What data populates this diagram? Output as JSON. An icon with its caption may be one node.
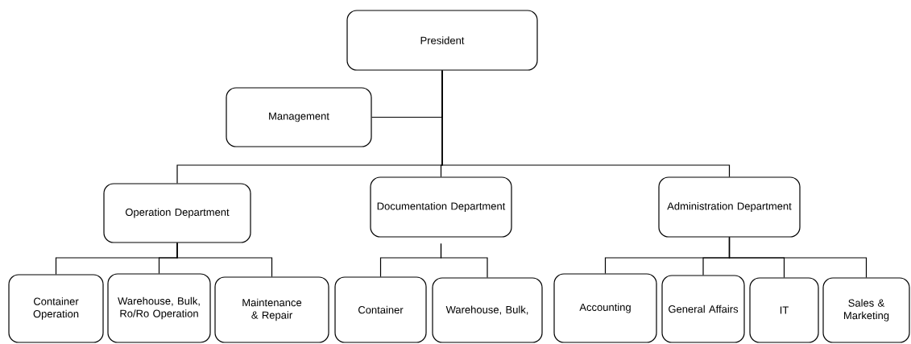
{
  "diagram": {
    "nodes": [
      {
        "text": [
          "President"
        ]
      },
      {
        "text": [
          "Management"
        ]
      },
      {
        "text": [
          "Operation Department"
        ]
      },
      {
        "text": [
          "Documentation Department"
        ]
      },
      {
        "text": [
          "Administration Department"
        ]
      },
      {
        "text": [
          "Container Operation"
        ]
      },
      {
        "text": [
          "Warehouse, Bulk, Ro/Ro Operation"
        ]
      },
      {
        "text": [
          "Maintenance & Repair"
        ]
      },
      {
        "text": [
          "Container"
        ]
      },
      {
        "text": [
          "Warehouse, Bulk,"
        ]
      },
      {
        "text": [
          "Accounting"
        ]
      },
      {
        "text": [
          "General Affairs"
        ]
      },
      {
        "text": [
          "IT"
        ]
      },
      {
        "text": [
          "Sales & Marketing"
        ]
      }
    ],
    "edges": [
      {
        "from": 0,
        "to": 1,
        "arrow": "none"
      },
      {
        "from": 0,
        "to": 2,
        "arrow": "none"
      },
      {
        "from": 0,
        "to": 3,
        "arrow": "none"
      },
      {
        "from": 0,
        "to": 4,
        "arrow": "none"
      },
      {
        "from": 2,
        "to": 5,
        "arrow": "none"
      },
      {
        "from": 2,
        "to": 6,
        "arrow": "none"
      },
      {
        "from": 2,
        "to": 7,
        "arrow": "none"
      },
      {
        "from": 3,
        "to": 8,
        "arrow": "none"
      },
      {
        "from": 3,
        "to": 9,
        "arrow": "none"
      },
      {
        "from": 4,
        "to": 10,
        "arrow": "none"
      },
      {
        "from": 4,
        "to": 11,
        "arrow": "none"
      },
      {
        "from": 4,
        "to": 12,
        "arrow": "none"
      },
      {
        "from": 4,
        "to": 13,
        "arrow": "none"
      }
    ]
  }
}
